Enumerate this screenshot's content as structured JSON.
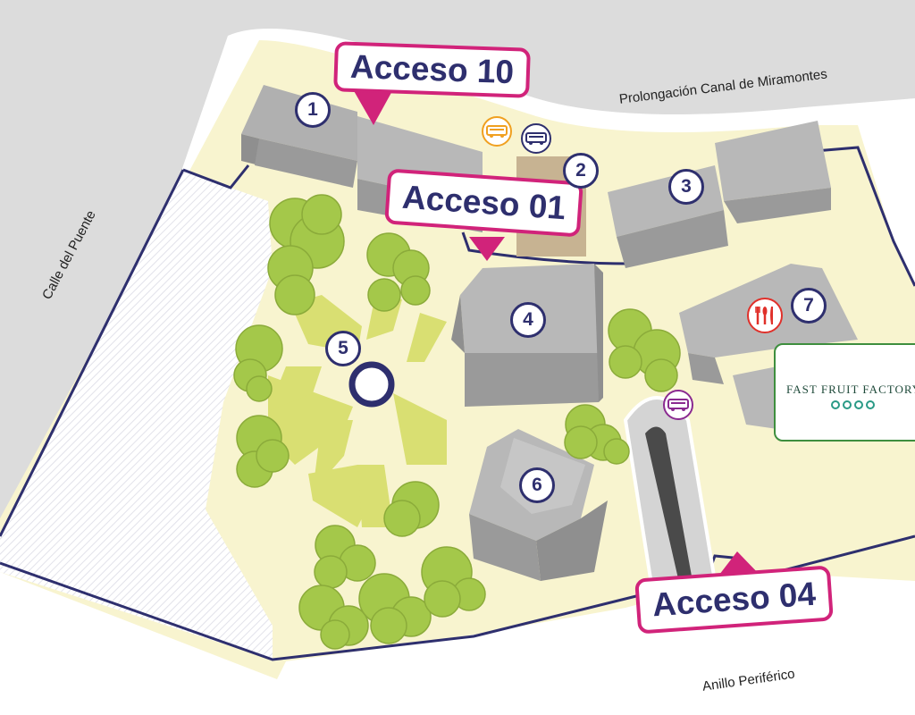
{
  "streets": {
    "north": "Prolongación Canal de Miramontes",
    "west": "Calle del Puente",
    "south": "Anillo Periférico"
  },
  "accesses": [
    {
      "id": "acceso-10",
      "label": "Acceso 10"
    },
    {
      "id": "acceso-01",
      "label": "Acceso 01"
    },
    {
      "id": "acceso-04",
      "label": "Acceso 04"
    }
  ],
  "buildings": [
    {
      "label": "1"
    },
    {
      "label": "2"
    },
    {
      "label": "3"
    },
    {
      "label": "4"
    },
    {
      "label": "5"
    },
    {
      "label": "6"
    },
    {
      "label": "7"
    }
  ],
  "icons": {
    "bus_orange": "bus-icon",
    "bus_navy": "bus-icon",
    "bus_purple": "bus-icon",
    "restaurant": "cutlery-icon"
  },
  "shop": {
    "name": "FAST FRUIT FACTORY"
  },
  "colors": {
    "campus": "#f8f4cf",
    "road": "#dcdcdc",
    "boundary": "#2e2f6e",
    "access_border": "#d1237a",
    "marker_text": "#2e2f6e",
    "tree": "#a4c84a",
    "plaza": "#d9df72",
    "building": "#b8b8b8"
  }
}
